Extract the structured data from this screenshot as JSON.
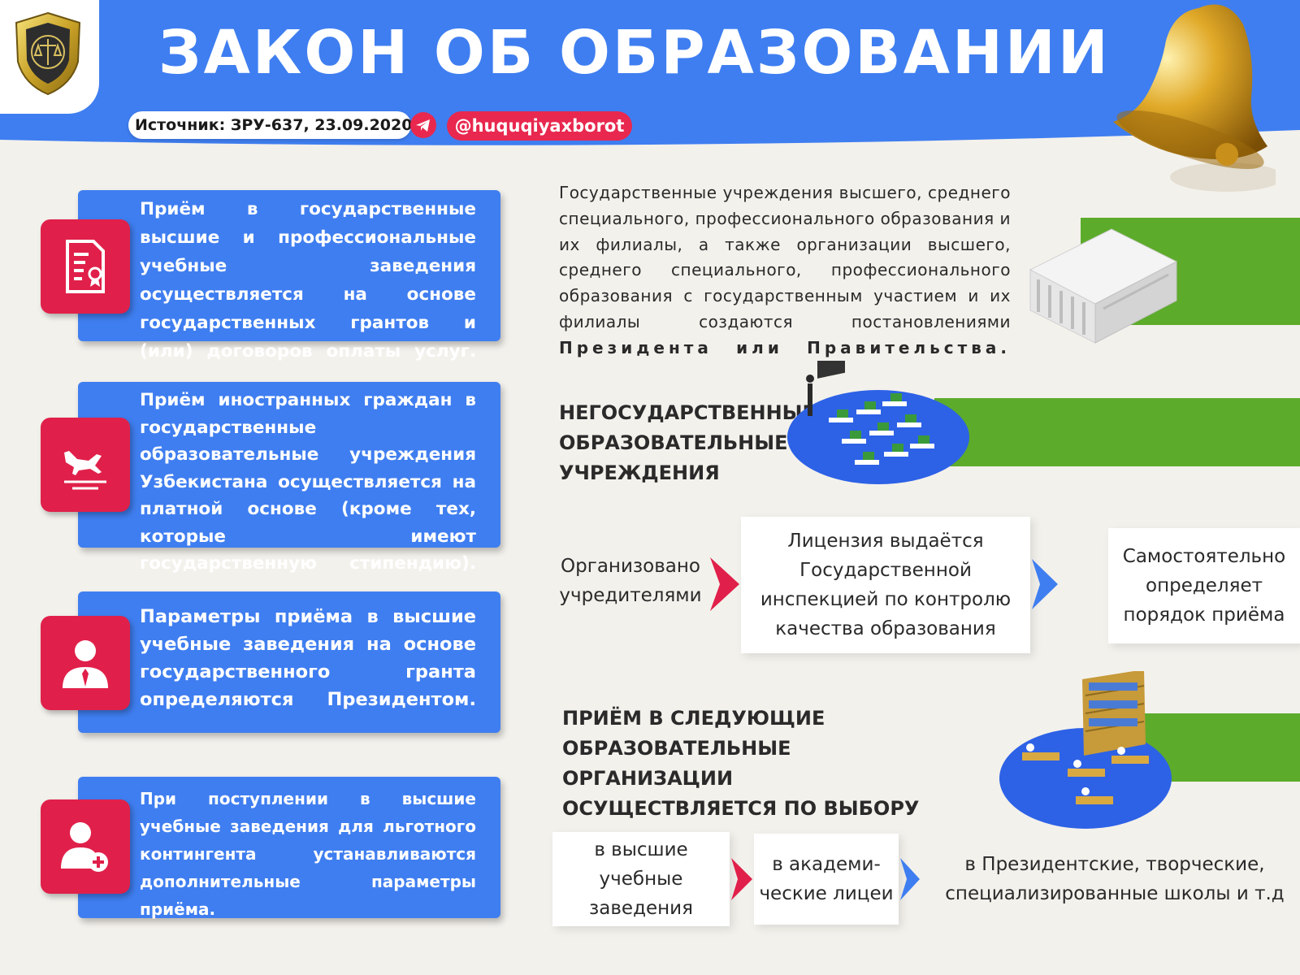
{
  "header": {
    "title": "ЗАКОН ОБ ОБРАЗОВАНИИ",
    "source": "Источник: ЗРУ-637, 23.09.2020.",
    "handle": "@huquqiyaxborot"
  },
  "colors": {
    "blue": "#3f7ef0",
    "red": "#e0204a",
    "green": "#5dab2b",
    "background": "#f3f1ec"
  },
  "cards": [
    {
      "icon": "document-certificate-icon",
      "text": "Приём в государственные высшие и профессиональные учебные заведения осуществляется на основе государственных грантов и (или) договоров оплаты услуг."
    },
    {
      "icon": "airplane-landing-icon",
      "text": "Приём иностранных граждан в государственные образовательные учреждения Узбекистана осуществляется на платной основе (кроме тех, которые имеют государственную стипендию)."
    },
    {
      "icon": "person-tie-icon",
      "text": "Параметры приёма в высшие учебные заведения на основе государственного гранта определяются Президентом."
    },
    {
      "icon": "user-add-icon",
      "text": "При поступлении в высшие учебные заведения для льготного контингента устанавливаются дополнительные параметры приёма."
    }
  ],
  "state_info": {
    "text": "Государственные учреждения высшего, среднего специального, профессионального образования и их филиалы, а также организации высшего, среднего специального, профессионального образования с государственным участием и их филиалы создаются постановлениями",
    "emphasis": "Президента или Правительства."
  },
  "nonstate": {
    "heading": "НЕГОСУДАРСТВЕННЫЕ ОБРАЗОВАТЕЛЬНЫЕ УЧРЕЖДЕНИЯ",
    "steps": [
      "Организовано учредителями",
      "Лицензия выдаётся Государственной инспекцией по контролю качества образования",
      "Самостоятельно определяет порядок приёма"
    ]
  },
  "admission_choice": {
    "heading": "ПРИЁМ В СЛЕДУЮЩИЕ ОБРАЗОВАТЕЛЬНЫЕ ОРГАНИЗАЦИИ ОСУЩЕСТВЛЯЕТСЯ ПО ВЫБОРУ",
    "items": [
      "в высшие учебные заведения",
      "в академи-ческие лицеи",
      "в Президентские, творческие, специализированные школы и т.д"
    ]
  }
}
